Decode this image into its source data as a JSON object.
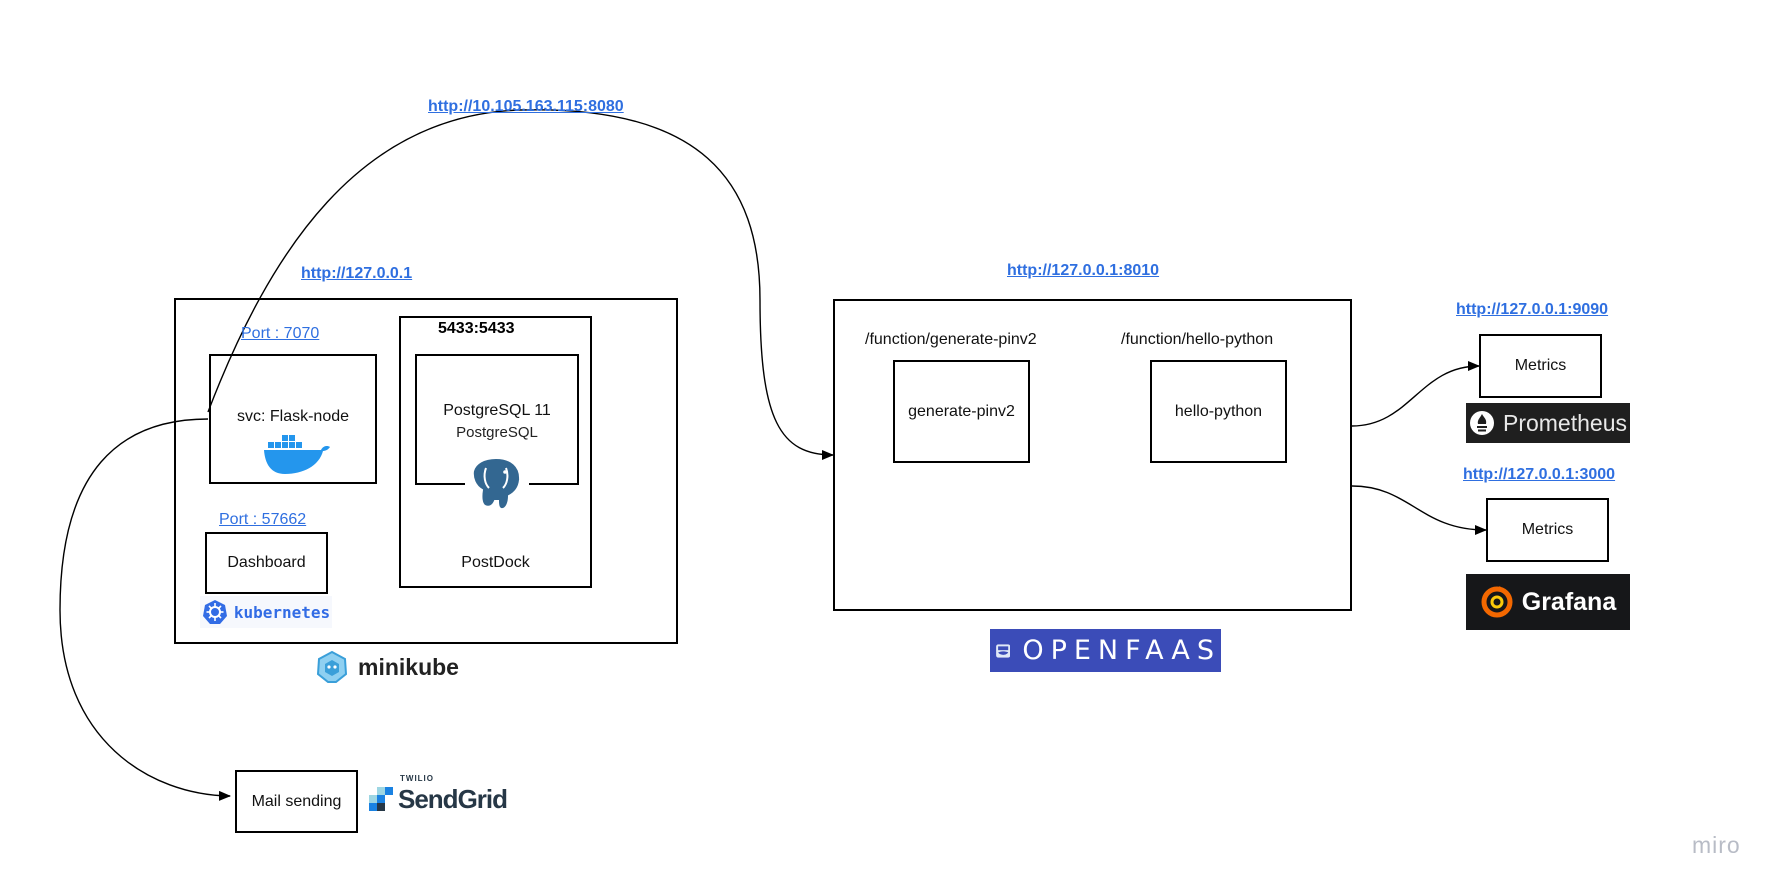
{
  "links": {
    "top_service": "http://10.105.163.115:8080",
    "minikube_host": "http://127.0.0.1",
    "openfaas_host": "http://127.0.0.1:8010",
    "prometheus_host": "http://127.0.0.1:9090",
    "grafana_host": "http://127.0.0.1:3000"
  },
  "minikube": {
    "logo_label": "minikube",
    "flask": {
      "port": "Port : 7070",
      "label": "svc: Flask-node",
      "icon": "docker-whale-icon"
    },
    "dashboard": {
      "port": "Port : 57662",
      "label": "Dashboard",
      "logo_label": "kubernetes"
    },
    "postdock": {
      "port": "5433:5433",
      "label": "PostgreSQL 11",
      "logo_label": "PostgreSQL",
      "footer": "PostDock"
    }
  },
  "openfaas": {
    "logo_label": "OPENFAAS",
    "functions": [
      {
        "path": "/function/generate-pinv2",
        "label": "generate-pinv2"
      },
      {
        "path": "/function/hello-python",
        "label": "hello-python"
      }
    ]
  },
  "monitoring": {
    "prometheus": {
      "label": "Metrics",
      "logo_label": "Prometheus"
    },
    "grafana": {
      "label": "Metrics",
      "logo_label": "Grafana"
    }
  },
  "mail": {
    "label": "Mail sending",
    "brand_small": "TWILIO",
    "brand": "SendGrid"
  },
  "watermark": "miro",
  "colors": {
    "link": "#2f6fe0",
    "docker": "#2496ed",
    "postgres": "#336791",
    "kubernetes": "#326ce5",
    "openfaas_bg": "#3b4cb8",
    "dark_badge": "#1f1f1f",
    "grafana_orange": "#f46800"
  }
}
